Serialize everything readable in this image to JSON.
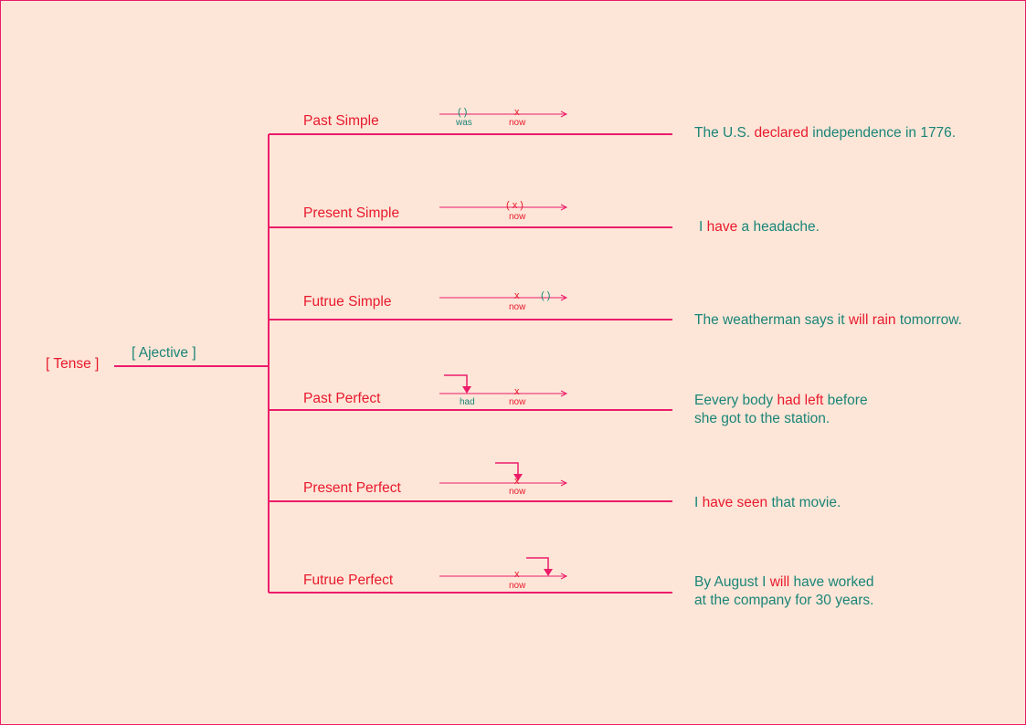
{
  "diagram": {
    "root": "[ Tense ]",
    "edge_label": "[ Ajective ]",
    "tenses": [
      {
        "name": "Past Simple",
        "timeline": {
          "marker": "( )",
          "marker_label": "was",
          "now_mark": "x",
          "now_label": "now"
        },
        "sentence": [
          {
            "text": "The U.S. ",
            "hl": false
          },
          {
            "text": "declared",
            "hl": true
          },
          {
            "text": " independence in 1776.",
            "hl": false
          }
        ]
      },
      {
        "name": "Present Simple",
        "timeline": {
          "marker": "( x )",
          "now_label": "now"
        },
        "sentence": [
          {
            "text": "I ",
            "hl": false
          },
          {
            "text": "have",
            "hl": true
          },
          {
            "text": " a headache.",
            "hl": false
          }
        ]
      },
      {
        "name": "Futrue Simple",
        "timeline": {
          "now_mark": "x",
          "marker": "( )",
          "now_label": "now"
        },
        "sentence": [
          {
            "text": "The weatherman says it ",
            "hl": false
          },
          {
            "text": "will rain",
            "hl": true
          },
          {
            "text": " tomorrow.",
            "hl": false
          }
        ]
      },
      {
        "name": "Past Perfect",
        "timeline": {
          "marker_label": "had",
          "now_mark": "x",
          "now_label": "now"
        },
        "sentence_lines": [
          [
            {
              "text": "Eevery body ",
              "hl": false
            },
            {
              "text": "had left",
              "hl": true
            },
            {
              "text": " before",
              "hl": false
            }
          ],
          [
            {
              "text": "she got to the station.",
              "hl": false
            }
          ]
        ]
      },
      {
        "name": "Present Perfect",
        "timeline": {
          "now_mark": "x",
          "now_label": "now"
        },
        "sentence": [
          {
            "text": "I ",
            "hl": false
          },
          {
            "text": "have seen",
            "hl": true
          },
          {
            "text": " that movie.",
            "hl": false
          }
        ]
      },
      {
        "name": "Futrue Perfect",
        "timeline": {
          "now_mark": "x",
          "now_label": "now"
        },
        "sentence_lines": [
          [
            {
              "text": "By August I ",
              "hl": false
            },
            {
              "text": "will",
              "hl": true
            },
            {
              "text": " have worked",
              "hl": false
            }
          ],
          [
            {
              "text": "at the company for 30 years.",
              "hl": false
            }
          ]
        ]
      }
    ]
  },
  "colors": {
    "background": "#fde6d8",
    "line": "#ec1c6a",
    "highlight": "#e8192c",
    "text": "#1a8577"
  }
}
